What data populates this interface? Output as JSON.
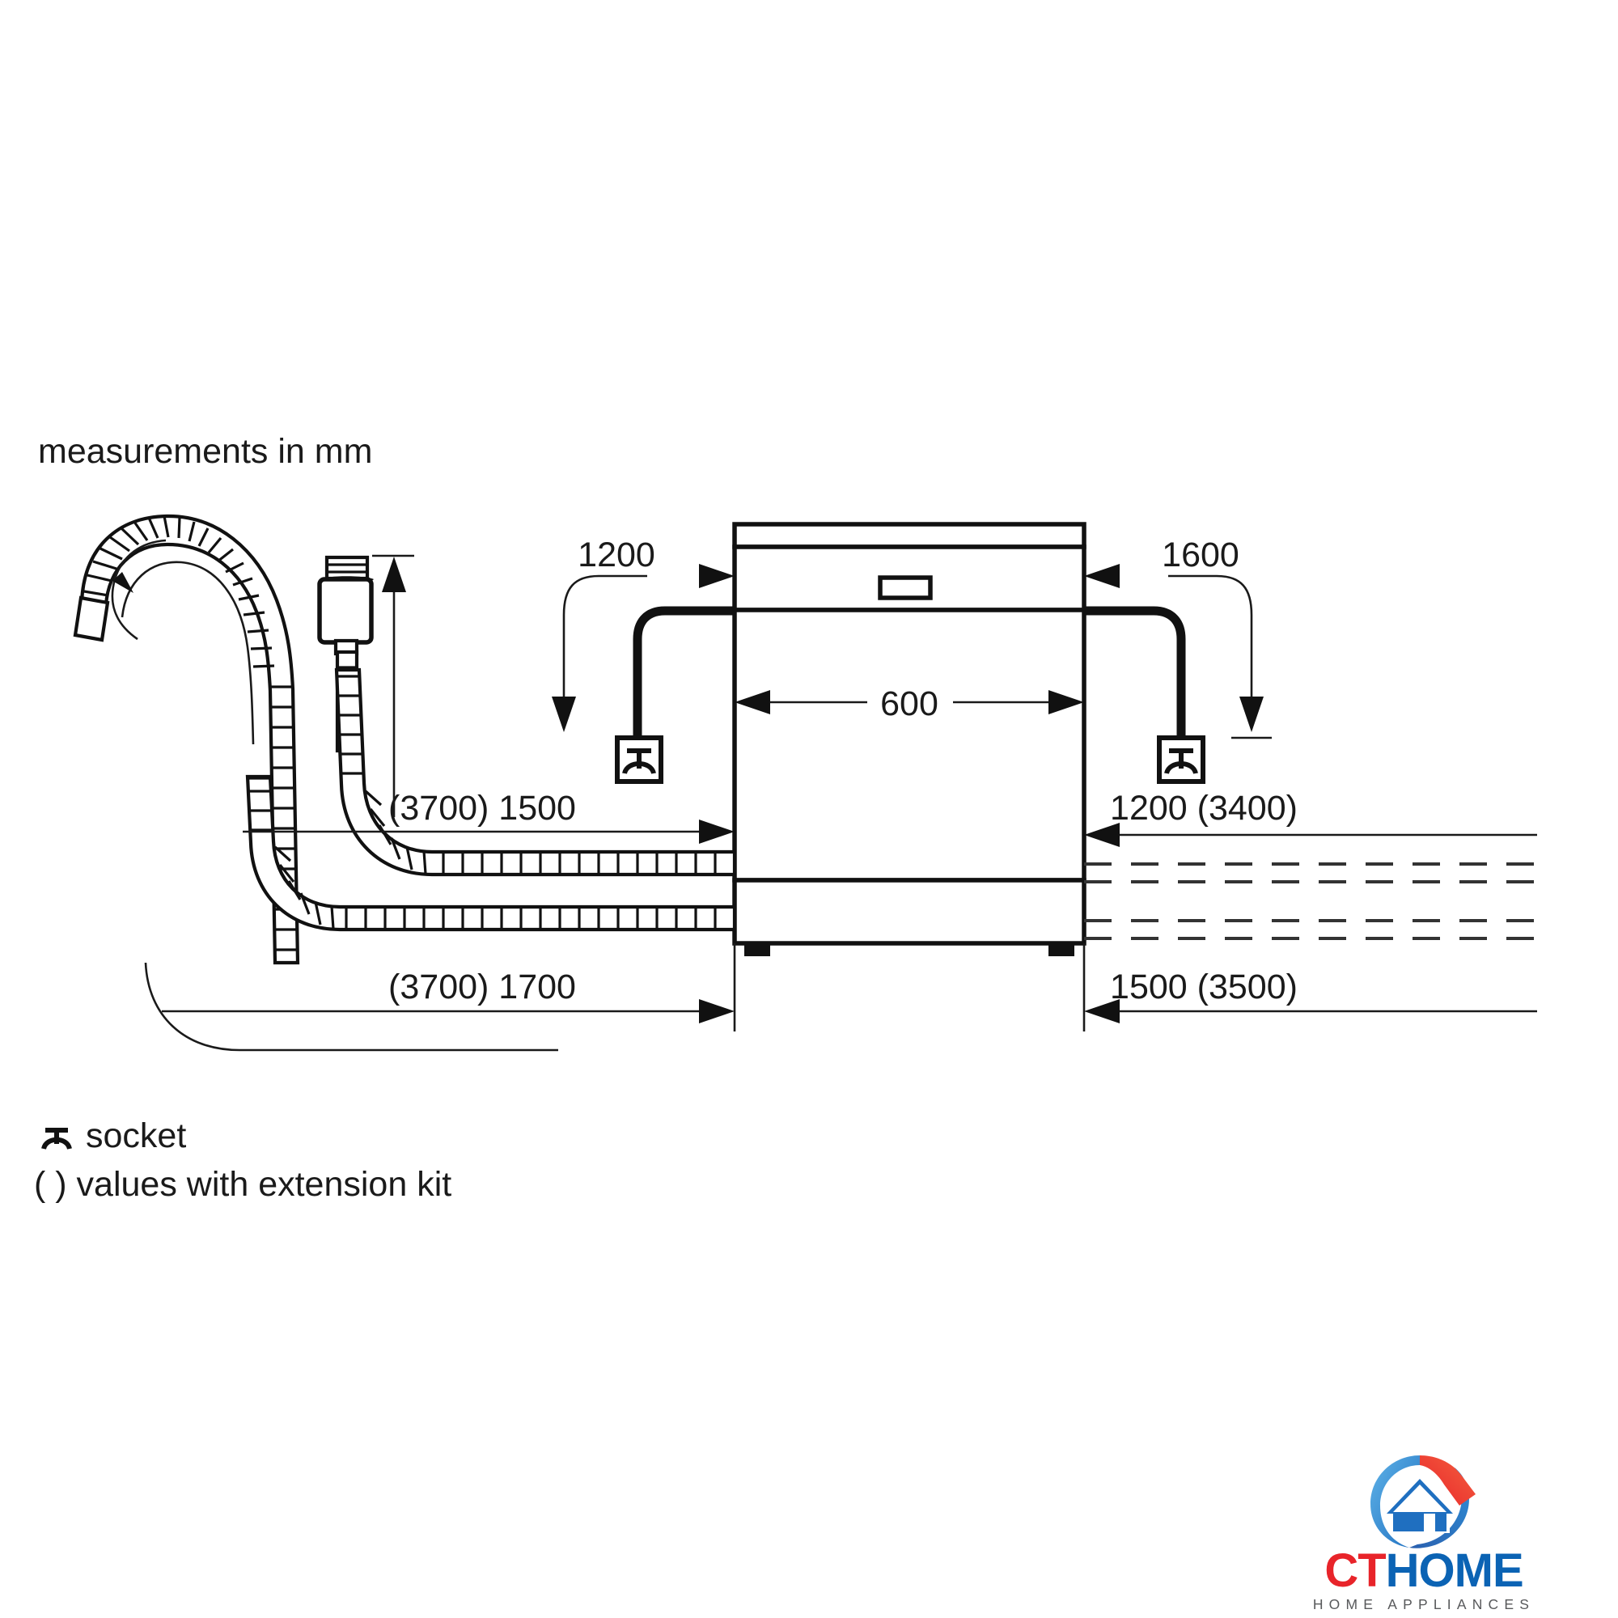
{
  "header": {
    "title": "measurements in mm"
  },
  "appliance": {
    "name": "dishwasher",
    "width_label": "600"
  },
  "dimensions": {
    "power_cord_left": "1200",
    "power_cord_right": "1600",
    "appliance_width": "600",
    "drain_hose_left": "(3700) 1500",
    "water_hose_left": "(3700) 1700",
    "drain_hose_right": "1200 (3400)",
    "water_hose_right": "1500 (3500)"
  },
  "labels": [
    {
      "id": "power-left",
      "text": "1200"
    },
    {
      "id": "power-right",
      "text": "1600"
    },
    {
      "id": "width",
      "text": "600"
    },
    {
      "id": "hose-left-upper",
      "text": "(3700) 1500"
    },
    {
      "id": "hose-left-lower",
      "text": "(3700) 1700"
    },
    {
      "id": "hose-right-upper",
      "text": "1200 (3400)"
    },
    {
      "id": "hose-right-lower",
      "text": "1500 (3500)"
    }
  ],
  "legend": {
    "socket_icon": "socket-icon",
    "socket_text": "socket",
    "bracket_symbol": "( )",
    "extension_text": "values with extension kit",
    "extension_full": "( ) values with extension kit"
  },
  "brand": {
    "mark": "house-swirl-logo-icon",
    "name_part1": "CT",
    "name_part2": "HOME",
    "tagline": "HOME APPLIANCES",
    "color_red": "#e8242a",
    "color_blue": "#0b63b4",
    "color_tagline": "#58595b"
  },
  "colors": {
    "line": "#111111",
    "background": "#ffffff",
    "dashed_pipe": "#333333"
  },
  "components": {
    "drain_hose": "corrugated-drain-hose",
    "aqua_stop_valve": "aqua-stop-valve-box",
    "socket_left": "socket-symbol-left",
    "socket_right": "socket-symbol-right",
    "control_panel": "control-panel-display"
  }
}
